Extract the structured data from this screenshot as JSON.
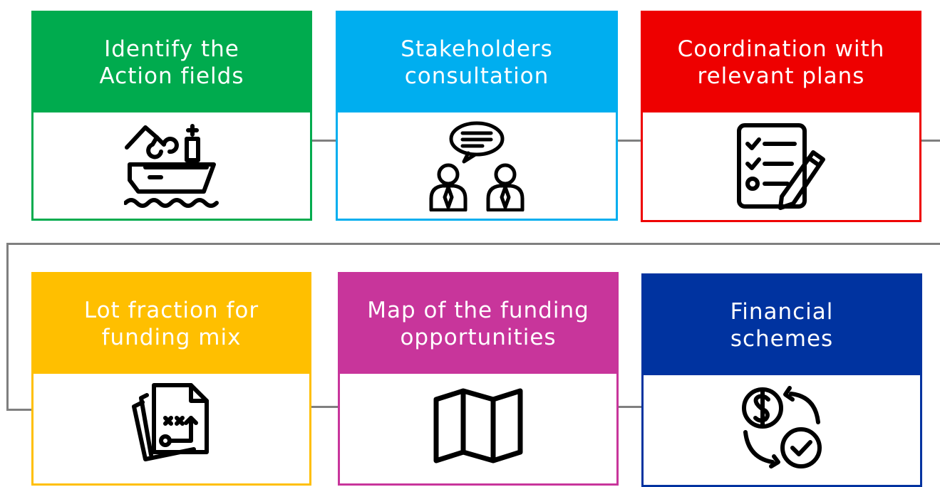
{
  "steps": [
    {
      "line1": "Identify the",
      "line2": "Action fields",
      "color": "#00ab4e",
      "icon": "ship-crane-icon"
    },
    {
      "line1": "Stakeholders",
      "line2": "consultation",
      "color": "#00aeef",
      "icon": "stakeholders-chat-icon"
    },
    {
      "line1": "Coordination with",
      "line2": "relevant plans",
      "color": "#ee0000",
      "icon": "checklist-pencil-icon"
    },
    {
      "line1": "Lot fraction for",
      "line2": "funding mix",
      "color": "#ffbf00",
      "icon": "strategy-documents-icon"
    },
    {
      "line1": "Map of the funding",
      "line2": "opportunities",
      "color": "#c8359b",
      "icon": "folded-map-icon"
    },
    {
      "line1": "Financial",
      "line2": "schemes",
      "color": "#0033a0",
      "icon": "money-exchange-icon"
    }
  ]
}
